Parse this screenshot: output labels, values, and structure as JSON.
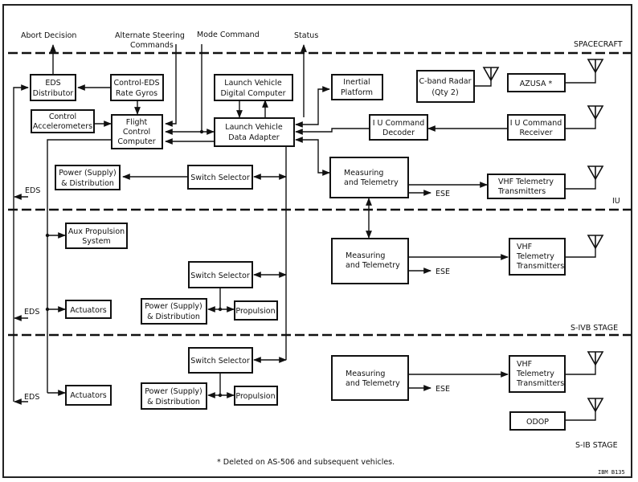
{
  "top_labels": {
    "abort": "Abort Decision",
    "alt_steer_1": "Alternate Steering",
    "alt_steer_2": "Commands",
    "mode": "Mode Command",
    "status": "Status"
  },
  "regions": {
    "spacecraft": "SPACECRAFT",
    "iu": "IU",
    "s4b": "S-IVB STAGE",
    "s1b": "S-IB STAGE"
  },
  "boxes": {
    "eds_distributor": [
      "EDS",
      "Distributor"
    ],
    "rate_gyros": [
      "Control-EDS",
      "Rate Gyros"
    ],
    "accelerometers": [
      "Control",
      "Accelerometers"
    ],
    "fcc": [
      "Flight",
      "Control",
      "Computer"
    ],
    "lvdc": [
      "Launch Vehicle",
      "Digital Computer"
    ],
    "lvda": [
      "Launch Vehicle",
      "Data Adapter"
    ],
    "inertial": [
      "Inertial",
      "Platform"
    ],
    "cband": [
      "C-band Radar",
      "(Qty 2)"
    ],
    "azusa": [
      "AZUSA *"
    ],
    "cmd_decoder": [
      "I U Command",
      "Decoder"
    ],
    "cmd_receiver": [
      "I U Command",
      "Receiver"
    ],
    "iu_power": [
      "Power (Supply)",
      "& Distribution"
    ],
    "iu_switch": [
      "Switch Selector"
    ],
    "iu_mt": [
      "Measuring",
      "and Telemetry"
    ],
    "iu_vhf": [
      "VHF Telemetry",
      "Transmitters"
    ],
    "aux_prop": [
      "Aux Propulsion",
      "System"
    ],
    "s4b_switch": [
      "Switch Selector"
    ],
    "s4b_power": [
      "Power (Supply)",
      "& Distribution"
    ],
    "s4b_prop": [
      "Propulsion"
    ],
    "s4b_act": [
      "Actuators"
    ],
    "s4b_mt": [
      "Measuring",
      "and Telemetry"
    ],
    "s4b_vhf": [
      "VHF",
      "Telemetry",
      "Transmitters"
    ],
    "s1b_switch": [
      "Switch Selector"
    ],
    "s1b_power": [
      "Power (Supply)",
      "& Distribution"
    ],
    "s1b_prop": [
      "Propulsion"
    ],
    "s1b_act": [
      "Actuators"
    ],
    "s1b_mt": [
      "Measuring",
      "and Telemetry"
    ],
    "s1b_vhf": [
      "VHF",
      "Telemetry",
      "Transmitters"
    ],
    "odop": [
      "ODOP"
    ]
  },
  "side_labels": {
    "eds": "EDS",
    "ese": "ESE"
  },
  "footnote": "* Deleted on AS-506 and subsequent vehicles.",
  "figure_id": "IBM B135"
}
